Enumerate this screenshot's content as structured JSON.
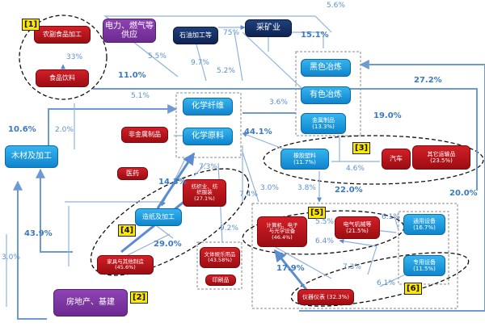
{
  "nodes": {
    "processed_food": "农副食品加工",
    "food_beverage": "食品饮料",
    "power_gas": "电力、燃气等供应",
    "petroleum": "石油加工等",
    "mining": "采矿业",
    "ferrous": "黑色冶炼",
    "nonferrous": "有色冶炼",
    "metal_products": "金属制品\n(13.3%)",
    "chem_fiber": "化学纤维",
    "chem_raw": "化学原料",
    "nonmetal": "非金属制品",
    "medicine": "医药",
    "wood": "木材及加工",
    "rubber": "橡胶塑料\n(11.7%)",
    "auto": "汽车",
    "other_transport": "其它运输品\n(23.5%)",
    "textile": "纺织业、纺\n织服装\n(27.1%)",
    "paper": "造纸及加工",
    "furniture": "家具与其他制造\n(45.6%)",
    "stationery": "文体娱乐用品\n(43.58%)",
    "printing": "印刷品",
    "computer": "计算机、电子\n与光学设备\n(46.4%)",
    "electrical": "电气机械等\n(21.5%)",
    "general_equip": "通用设备\n(16.7%)",
    "special_equip": "专用设备\n(11.5%)",
    "instruments": "仪器仪表 (32.3%)",
    "real_estate": "房地产、基建"
  },
  "tags": [
    "[1]",
    "[2]",
    "[3]",
    "[4]",
    "[5]",
    "[6]"
  ],
  "percentages": {
    "p5_6": "5.6%",
    "p33": "33%",
    "p5_5a": "5.5%",
    "p75": "75%",
    "p15_1": "15.1%",
    "p9_7": "9.7%",
    "p5_2": "5.2%",
    "p11": "11.0%",
    "p27_2": "27.2%",
    "p5_1": "5.1%",
    "p3_6": "3.6%",
    "p19": "19.0%",
    "p10_6": "10.6%",
    "p2": "2.0%",
    "p44_1": "44.1%",
    "p7_3a": "7.3%",
    "p14_3": "14.3%",
    "p4_6": "4.6%",
    "p3": "3.0%",
    "p3_8": "3.8%",
    "p22": "22.0%",
    "p20": "20.0%",
    "p7_4": "7.4%",
    "p5_5b": "5.5%",
    "p6_1a": "6.1%",
    "p43_9": "43.9%",
    "p29": "29.0%",
    "p9_2": "9.2%",
    "p6_4": "6.4%",
    "p3_0b": "3.0%",
    "p17_9": "17.9%",
    "p7_3b": "7.3%",
    "p6_1b": "6.1%"
  }
}
